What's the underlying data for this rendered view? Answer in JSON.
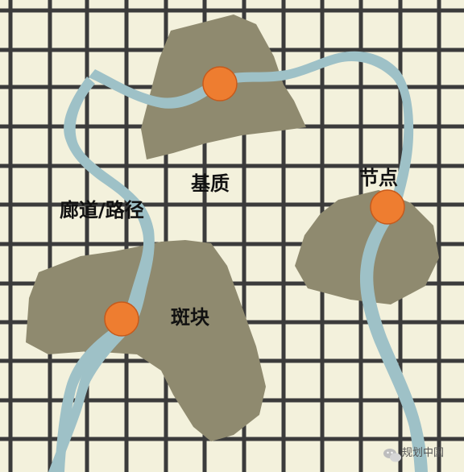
{
  "labels": {
    "matrix": "基质",
    "corridor": "廊道/路径",
    "node": "节点",
    "patch": "斑块"
  },
  "watermark": {
    "text": "规划中国",
    "icon": "wechat-icon"
  },
  "colors": {
    "background": "#f3f1dc",
    "grid": "#3b3b3b",
    "patch": "#8f8a6f",
    "river": "#9ec1c7",
    "node": "#ee7d30",
    "node_stroke": "#c65a1c"
  }
}
